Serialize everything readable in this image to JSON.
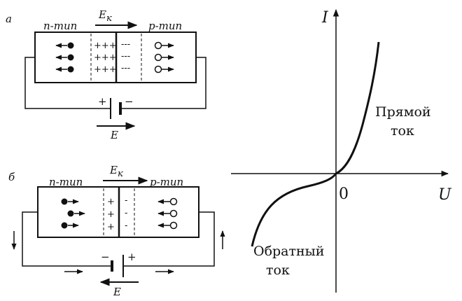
{
  "panel_a": {
    "letter": "а",
    "n_type": "n-тип",
    "p_type": "p-тип",
    "field_label": "E",
    "field_sub": "к",
    "plus_charges": "+++",
    "minus_charges": "---",
    "battery_plus": "+",
    "battery_minus": "−",
    "emf_label": "E"
  },
  "panel_b": {
    "letter": "б",
    "n_type": "n-тип",
    "p_type": "p-тип",
    "field_label": "E",
    "field_sub": "к",
    "plus_charge": "+",
    "minus_charge": "-",
    "battery_minus": "−",
    "battery_plus": "+",
    "emf_label": "E"
  },
  "iv_graph": {
    "y_axis_label": "I",
    "x_axis_label": "U",
    "origin_label": "0",
    "forward_label_line1": "Прямой",
    "forward_label_line2": "ток",
    "reverse_label_line1": "Обратный",
    "reverse_label_line2": "ток"
  }
}
